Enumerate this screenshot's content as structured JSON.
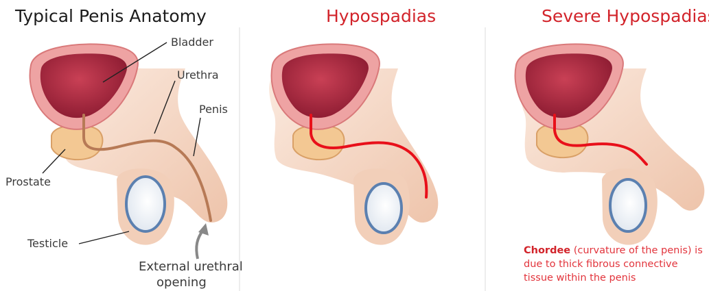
{
  "panels": [
    {
      "title": "Typical Penis Anatomy",
      "labels": {
        "bladder": "Bladder",
        "urethra": "Urethra",
        "penis": "Penis",
        "prostate": "Prostate",
        "testicle": "Testicle",
        "opening_line1": "External urethral",
        "opening_line2": "opening"
      }
    },
    {
      "title": "Hypospadias"
    },
    {
      "title": "Severe Hypospadias",
      "note": {
        "term": "Chordee",
        "text": " (curvature of the penis) is due to thick fibrous connective tissue within the penis"
      }
    }
  ],
  "colors": {
    "title_red": "#d2232a",
    "urethra_abnormal": "#e8101a",
    "urethra_normal": "#b87a55",
    "skin": "#f6dccb",
    "bladder_outer": "#e8a0a0",
    "bladder_inner": "#a8243c",
    "testicle_rim": "#5b80b0"
  }
}
